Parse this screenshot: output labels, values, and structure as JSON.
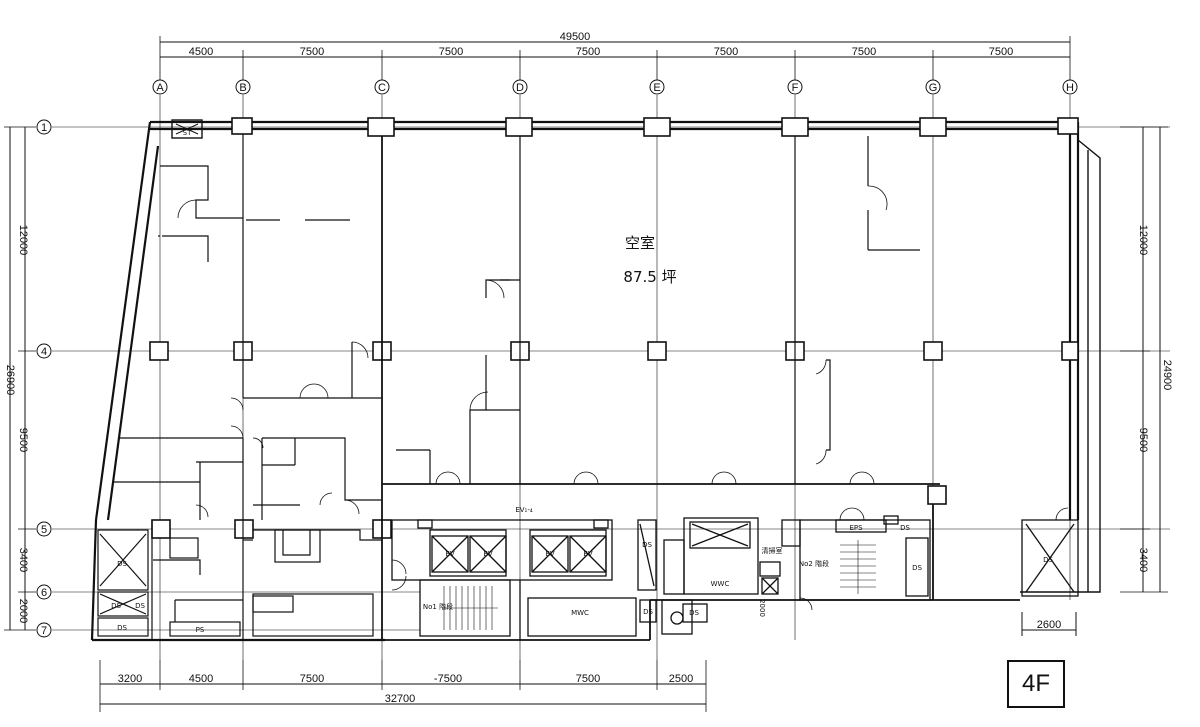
{
  "floor_label": "4F",
  "vacancy": {
    "title": "空室",
    "area": "87.5 坪"
  },
  "top_dims": {
    "total": "49500",
    "spans": [
      "4500",
      "7500",
      "7500",
      "7500",
      "7500",
      "7500",
      "7500"
    ]
  },
  "col_grid": [
    "A",
    "B",
    "C",
    "D",
    "E",
    "F",
    "G",
    "H"
  ],
  "row_grid": [
    "1",
    "4",
    "5",
    "6",
    "7"
  ],
  "left_dims": {
    "total": "26900",
    "spans": [
      "12000",
      "9500",
      "3400",
      "2000"
    ]
  },
  "right_dims": {
    "total": "24900",
    "spans": [
      "12000",
      "9500",
      "3400"
    ]
  },
  "bottom_dims": {
    "spans": [
      "3200",
      "4500",
      "7500",
      "-7500",
      "7500",
      "2500"
    ],
    "total": "32700",
    "right_span": "2600"
  },
  "rooms": {
    "ds": "DS",
    "ps": "PS",
    "ev": "EV",
    "ev_hall": "EV₁-₄",
    "wwc": "WWC",
    "mwc": "MWC",
    "eps": "EPS",
    "stair1": "No1 階段",
    "stair2": "No2 階段",
    "cleaning": "清掃室",
    "dim_2000": "2000",
    "st": "ST"
  }
}
